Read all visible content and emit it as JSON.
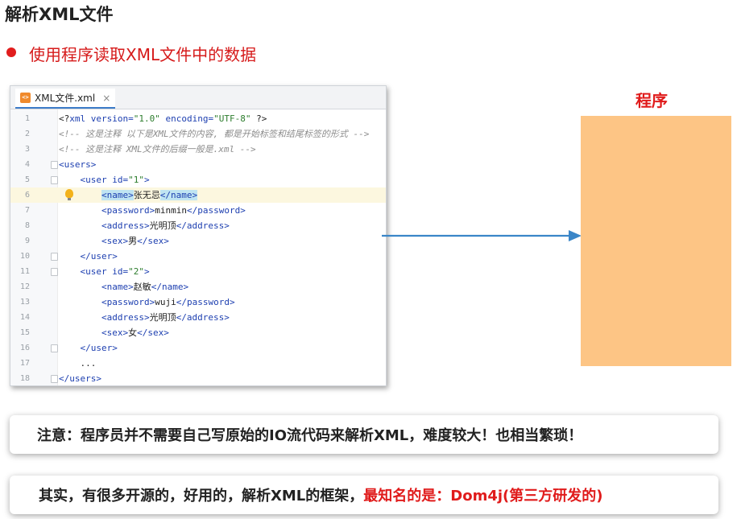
{
  "slide": {
    "title": "解析XML文件",
    "bullet": "使用程序读取XML文件中的数据"
  },
  "editor": {
    "tab_label": "XML文件.xml",
    "tab_icon_text": "<>",
    "tab_close": "×",
    "lines": [
      {
        "n": "1",
        "parts": [
          {
            "t": "<?",
            "c": "c-pi"
          },
          {
            "t": "xml ",
            "c": "c-tag"
          },
          {
            "t": "version=",
            "c": "c-attr"
          },
          {
            "t": "\"1.0\"",
            "c": "c-str"
          },
          {
            "t": " encoding=",
            "c": "c-attr"
          },
          {
            "t": "\"UTF-8\"",
            "c": "c-str"
          },
          {
            "t": " ?>",
            "c": "c-pi"
          }
        ]
      },
      {
        "n": "2",
        "parts": [
          {
            "t": "<!-- 这是注释 以下是XML文件的内容, 都是开始标签和结尾标签的形式 -->",
            "c": "c-comm"
          }
        ]
      },
      {
        "n": "3",
        "parts": [
          {
            "t": "<!-- 这是注释 XML文件的后缀一般是.xml -->",
            "c": "c-comm"
          }
        ]
      },
      {
        "n": "4",
        "parts": [
          {
            "t": "<users>",
            "c": "c-tag"
          }
        ]
      },
      {
        "n": "5",
        "parts": [
          {
            "t": "    <user ",
            "c": "c-tag"
          },
          {
            "t": "id=",
            "c": "c-attr"
          },
          {
            "t": "\"1\"",
            "c": "c-str"
          },
          {
            "t": ">",
            "c": "c-tag"
          }
        ]
      },
      {
        "n": "6",
        "parts": [
          {
            "t": "        ",
            "c": "c-text"
          },
          {
            "t": "<name>",
            "c": "c-tag mark"
          },
          {
            "t": "张无忌",
            "c": "c-text"
          },
          {
            "t": "</name>",
            "c": "c-tag mark"
          }
        ]
      },
      {
        "n": "7",
        "parts": [
          {
            "t": "        <password>",
            "c": "c-tag"
          },
          {
            "t": "minmin",
            "c": "c-text"
          },
          {
            "t": "</password>",
            "c": "c-tag"
          }
        ]
      },
      {
        "n": "8",
        "parts": [
          {
            "t": "        <address>",
            "c": "c-tag"
          },
          {
            "t": "光明顶",
            "c": "c-text"
          },
          {
            "t": "</address>",
            "c": "c-tag"
          }
        ]
      },
      {
        "n": "9",
        "parts": [
          {
            "t": "        <sex>",
            "c": "c-tag"
          },
          {
            "t": "男",
            "c": "c-text"
          },
          {
            "t": "</sex>",
            "c": "c-tag"
          }
        ]
      },
      {
        "n": "10",
        "parts": [
          {
            "t": "    </user>",
            "c": "c-tag"
          }
        ]
      },
      {
        "n": "11",
        "parts": [
          {
            "t": "    <user ",
            "c": "c-tag"
          },
          {
            "t": "id=",
            "c": "c-attr"
          },
          {
            "t": "\"2\"",
            "c": "c-str"
          },
          {
            "t": ">",
            "c": "c-tag"
          }
        ]
      },
      {
        "n": "12",
        "parts": [
          {
            "t": "        <name>",
            "c": "c-tag"
          },
          {
            "t": "赵敏",
            "c": "c-text"
          },
          {
            "t": "</name>",
            "c": "c-tag"
          }
        ]
      },
      {
        "n": "13",
        "parts": [
          {
            "t": "        <password>",
            "c": "c-tag"
          },
          {
            "t": "wuji",
            "c": "c-text"
          },
          {
            "t": "</password>",
            "c": "c-tag"
          }
        ]
      },
      {
        "n": "14",
        "parts": [
          {
            "t": "        <address>",
            "c": "c-tag"
          },
          {
            "t": "光明顶",
            "c": "c-text"
          },
          {
            "t": "</address>",
            "c": "c-tag"
          }
        ]
      },
      {
        "n": "15",
        "parts": [
          {
            "t": "        <sex>",
            "c": "c-tag"
          },
          {
            "t": "女",
            "c": "c-text"
          },
          {
            "t": "</sex>",
            "c": "c-tag"
          }
        ]
      },
      {
        "n": "16",
        "parts": [
          {
            "t": "    </user>",
            "c": "c-tag"
          }
        ]
      },
      {
        "n": "17",
        "parts": [
          {
            "t": "    ...",
            "c": "c-text"
          }
        ]
      },
      {
        "n": "18",
        "parts": [
          {
            "t": "</users>",
            "c": "c-tag"
          }
        ]
      }
    ],
    "highlight_line": "6",
    "fold_lines": [
      "4",
      "5",
      "10",
      "11",
      "16",
      "18"
    ]
  },
  "program": {
    "label": "程序",
    "box_color": "#fdc585"
  },
  "arrow_color": "#3a86c8",
  "notes": {
    "note1": "注意：程序员并不需要自己写原始的IO流代码来解析XML，难度较大！也相当繁琐！",
    "note2_black": "其实，有很多开源的，好用的，解析XML的框架，",
    "note2_red": "最知名的是：Dom4j(第三方研发的)"
  }
}
